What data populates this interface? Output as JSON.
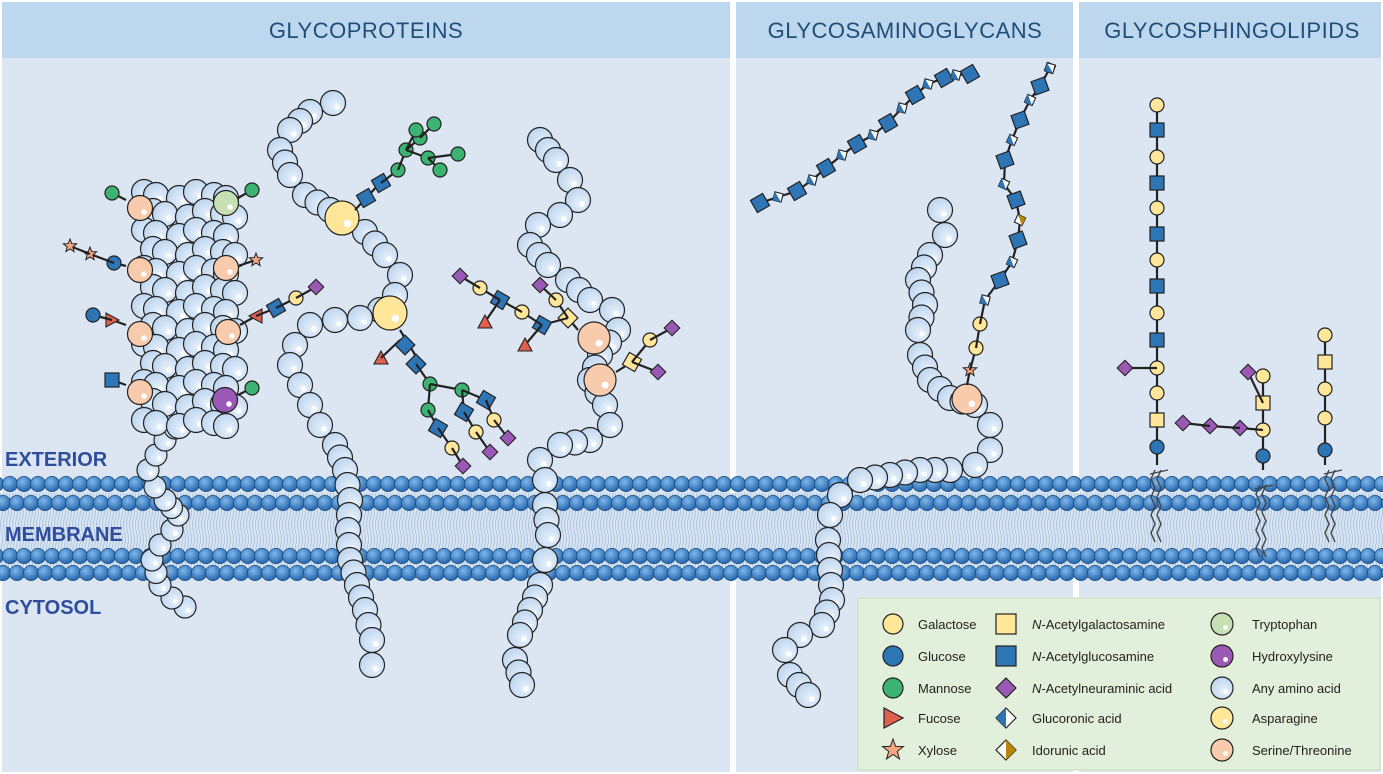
{
  "panels": {
    "glycoproteins": "GLYCOPROTEINS",
    "glycosaminoglycans": "GLYCOSAMINOGLYCANS",
    "glycosphingolipids": "GLYCOSPHINGOLIPIDS"
  },
  "regions": {
    "exterior": "EXTERIOR",
    "membrane": "MEMBRANE",
    "cytosol": "CYTOSOL"
  },
  "legend": {
    "col1": [
      {
        "label": "Galactose",
        "italic_prefix": "",
        "icon": "yellow-circle"
      },
      {
        "label": "Glucose",
        "italic_prefix": "",
        "icon": "blue-circle"
      },
      {
        "label": "Mannose",
        "italic_prefix": "",
        "icon": "green-circle"
      },
      {
        "label": "Fucose",
        "italic_prefix": "",
        "icon": "red-triangle"
      },
      {
        "label": "Xylose",
        "italic_prefix": "",
        "icon": "orange-star"
      }
    ],
    "col2": [
      {
        "label": "-Acetylgalactosamine",
        "italic_prefix": "N",
        "icon": "yellow-square"
      },
      {
        "label": "-Acetylglucosamine",
        "italic_prefix": "N",
        "icon": "blue-square"
      },
      {
        "label": "-Acetylneuraminic acid",
        "italic_prefix": "N",
        "icon": "purple-diamond"
      },
      {
        "label": "Glucoronic acid",
        "italic_prefix": "",
        "icon": "blue-white-diamond"
      },
      {
        "label": "Idorunic acid",
        "italic_prefix": "",
        "icon": "white-brown-diamond"
      }
    ],
    "col3": [
      {
        "label": "Tryptophan",
        "italic_prefix": "",
        "icon": "light-green-bead"
      },
      {
        "label": "Hydroxylysine",
        "italic_prefix": "",
        "icon": "purple-bead"
      },
      {
        "label": "Any amino acid",
        "italic_prefix": "",
        "icon": "light-blue-bead"
      },
      {
        "label": "Asparagine",
        "italic_prefix": "",
        "icon": "yellow-bead"
      },
      {
        "label": "Serine/Threonine",
        "italic_prefix": "",
        "icon": "salmon-bead"
      }
    ]
  },
  "colors": {
    "panel_bg": "#dce6f2",
    "header_bg": "#bdd7ee",
    "title": "#1f4e79",
    "region_label": "#2e4d9c",
    "legend_bg": "#e2efda",
    "galactose": "#ffe699",
    "glucose": "#2e75b6",
    "mannose": "#3cb371",
    "fucose": "#e06050",
    "xylose": "#f4a582",
    "acetylneuraminic": "#9b59b6",
    "amino_acid": "#bdd7ee",
    "serine_threonine": "#f8cbad",
    "tryptophan": "#c6e0b4",
    "hydroxylysine": "#9b59b6"
  }
}
